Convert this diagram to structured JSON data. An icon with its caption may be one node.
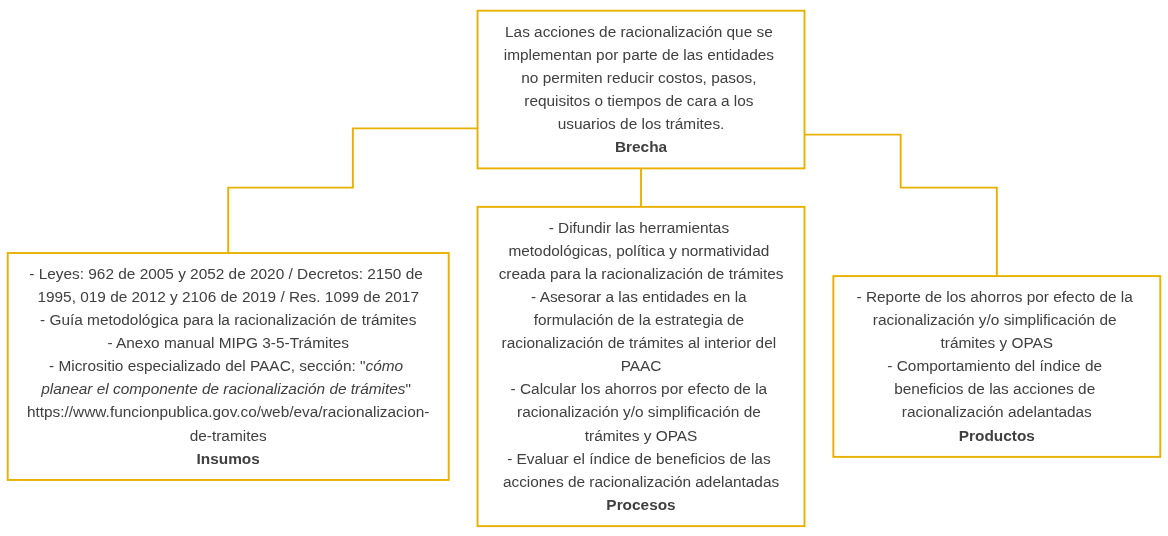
{
  "diagram": {
    "nodes": [
      {
        "text": [
          "Las acciones de racionalización que se implementan por parte de las entidades no permiten reducir costos, pasos, requisitos o tiempos de cara a los usuarios de los trámites.",
          "Brecha"
        ]
      },
      {
        "text": [
          "- Leyes: 962 de 2005 y 2052 de 2020 / Decretos: 2150 de 1995, 019 de 2012 y 2106 de 2019 / Res. 1099 de 2017",
          "- Guía metodológica para la racionalización de trámites",
          "- Anexo manual MIPG 3-5-Trámites",
          "- Micrositio especializado del PAAC, sección: \"*cómo planear el componente de racionalización de trámites*\" https://www.funcionpublica.gov.co/web/eva/racionalizacion-de-tramites",
          "Insumos"
        ]
      },
      {
        "text": [
          "- Difundir las herramientas metodológicas, política y normatividad creada para la racionalización de trámites",
          "- Asesorar a las entidades en la formulación de la estrategia de racionalización de trámites al interior del PAAC",
          "- Calcular los ahorros por efecto de la racionalización y/o simplificación de trámites y OPAS",
          "- Evaluar el índice de beneficios de las acciones de racionalización adelantadas",
          "Procesos"
        ]
      },
      {
        "text": [
          "- Reporte de los ahorros por efecto de la racionalización y/o simplificación de trámites y OPAS",
          "- Comportamiento del índice de beneficios de las acciones de racionalización adelantadas",
          "Productos"
        ]
      }
    ],
    "edges": [
      {
        "from": 0,
        "to": 1,
        "arrow": "none"
      },
      {
        "from": 0,
        "to": 2,
        "arrow": "none"
      },
      {
        "from": 0,
        "to": 3,
        "arrow": "none"
      }
    ]
  }
}
